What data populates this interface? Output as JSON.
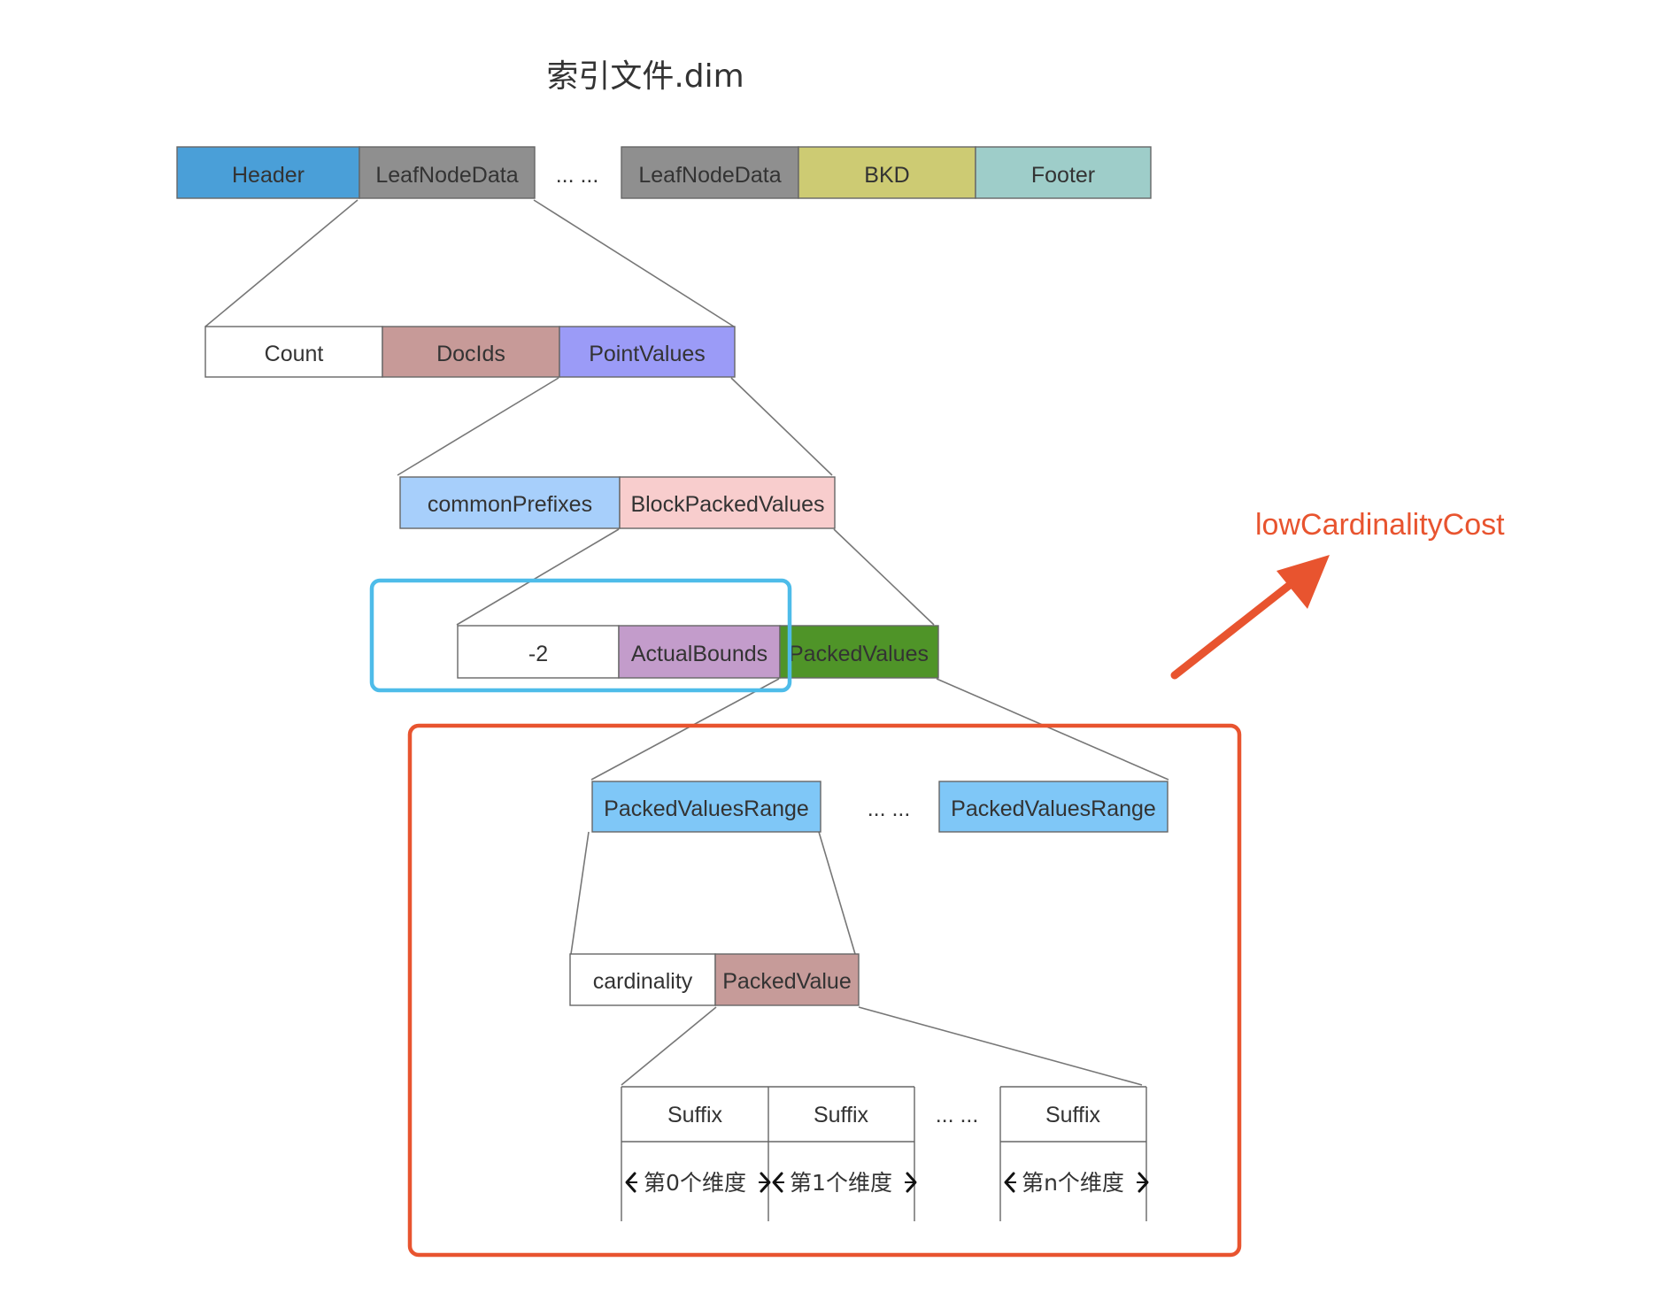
{
  "title": "索引文件.dim",
  "annotation": "lowCardinalityCost",
  "ellipsis": "... ...",
  "colors": {
    "header": "#4a9fd8",
    "leaf_node_data": "#8f8f8f",
    "bkd": "#cdcb73",
    "footer": "#9ecdc9",
    "count": "#ffffff",
    "doc_ids": "#c79a98",
    "point_values": "#9b9bf7",
    "common_prefixes": "#a7cffb",
    "block_packed_values": "#f8cdcd",
    "actual_bounds": "#c39ccb",
    "packed_values": "#4f9428",
    "packed_values_range": "#7fc7f7",
    "packed_value": "#c69b99",
    "highlight_blue": "#4ebce9",
    "highlight_red": "#e8542f"
  },
  "file_row": {
    "header": "Header",
    "leaf_node_data_1": "LeafNodeData",
    "leaf_node_data_2": "LeafNodeData",
    "bkd": "BKD",
    "footer": "Footer"
  },
  "leaf_row": {
    "count": "Count",
    "doc_ids": "DocIds",
    "point_values": "PointValues"
  },
  "point_row": {
    "common_prefixes": "commonPrefixes",
    "block_packed_values": "BlockPackedValues"
  },
  "block_row": {
    "minus_two": "-2",
    "actual_bounds": "ActualBounds",
    "packed_values": "PackedValues"
  },
  "range_row": {
    "range_1": "PackedValuesRange",
    "range_2": "PackedValuesRange"
  },
  "card_row": {
    "cardinality": "cardinality",
    "packed_value": "PackedValue"
  },
  "suffix_row": {
    "suffix_1": "Suffix",
    "suffix_2": "Suffix",
    "suffix_3": "Suffix",
    "dim_0": "第0个维度",
    "dim_1": "第1个维度",
    "dim_n": "第n个维度"
  }
}
